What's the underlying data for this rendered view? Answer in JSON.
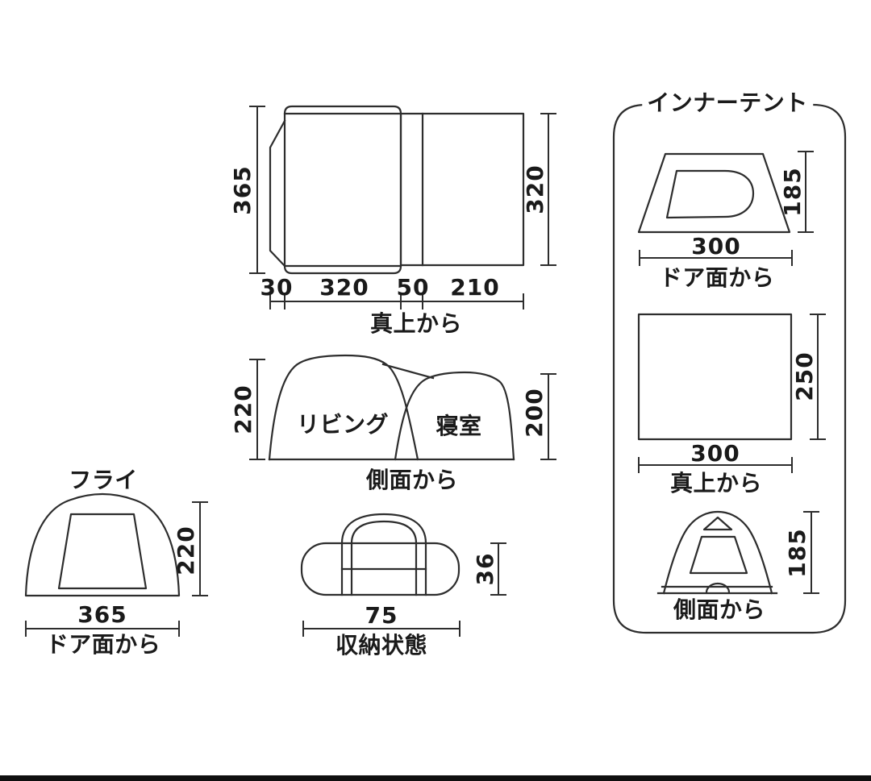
{
  "style": {
    "background": "#ffffff",
    "line_color": "#2d2d2d",
    "text_color": "#1a1a1a",
    "bottom_bar_color": "#0f0f0f"
  },
  "top_view": {
    "caption": "真上から",
    "height_left": "365",
    "height_right": "320",
    "widths": [
      "30",
      "320",
      "50",
      "210"
    ]
  },
  "side_view": {
    "caption": "側面から",
    "label_living": "リビング",
    "label_bedroom": "寝室",
    "height_left": "220",
    "height_right": "200"
  },
  "fly_view": {
    "title": "フライ",
    "caption": "ドア面から",
    "width": "365",
    "height": "220"
  },
  "storage_view": {
    "caption": "収納状態",
    "width": "75",
    "height": "36"
  },
  "inner_tent": {
    "title": "インナーテント",
    "door_view": {
      "caption": "ドア面から",
      "width": "300",
      "height": "185"
    },
    "top_view": {
      "caption": "真上から",
      "width": "300",
      "depth": "250"
    },
    "side_view": {
      "caption": "側面から",
      "height": "185"
    }
  }
}
